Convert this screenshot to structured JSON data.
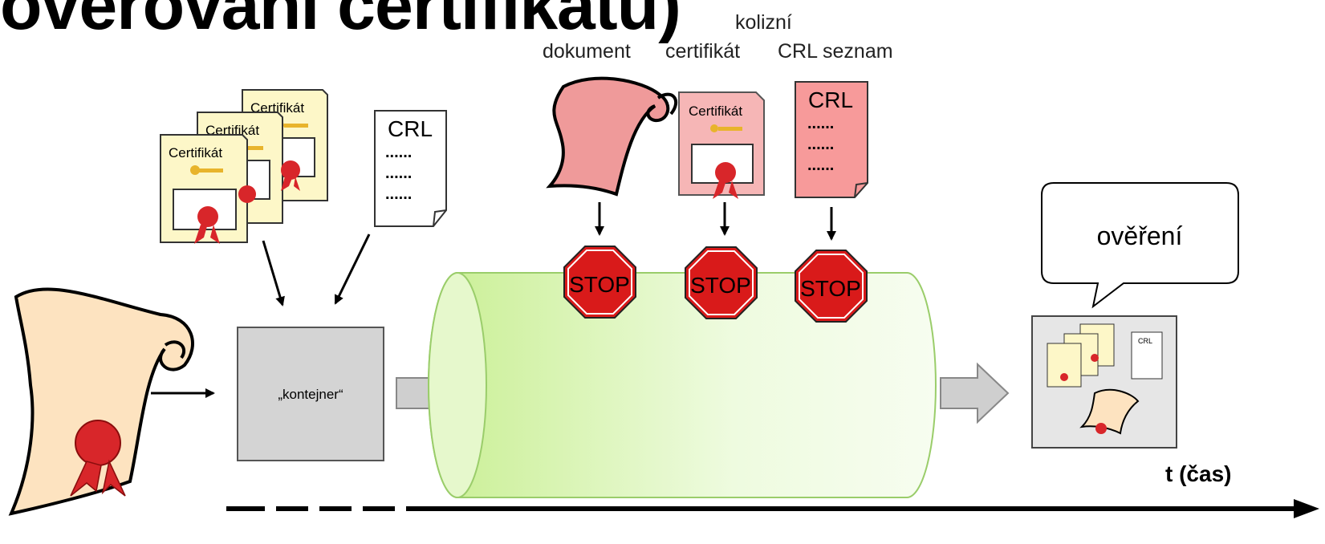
{
  "title": "ověřování certifikátu)",
  "labels": {
    "dokument": "dokument",
    "kolizni": "kolizní",
    "kolizni_cert": "certifikát",
    "crl_seznam": "CRL seznam",
    "kontejner": "„kontejner“",
    "overeni": "ověření",
    "time_axis": "t (čas)"
  },
  "certificate_text": "Certifikát",
  "crl_text": "CRL",
  "crl_dots": "......",
  "stop_text": "STOP",
  "colors": {
    "cert_fill": "#fdf7c8",
    "cert_red": "#d8262a",
    "doc_fill": "#fde3c0",
    "red_doc_fill": "#ef9a9a",
    "pipe_fill": "#d9f5b0",
    "pipe_stroke": "#9acd6a",
    "container_fill": "#d4d4d4",
    "stop_red": "#d91a1a",
    "arrow_gray": "#cfcfcf"
  }
}
